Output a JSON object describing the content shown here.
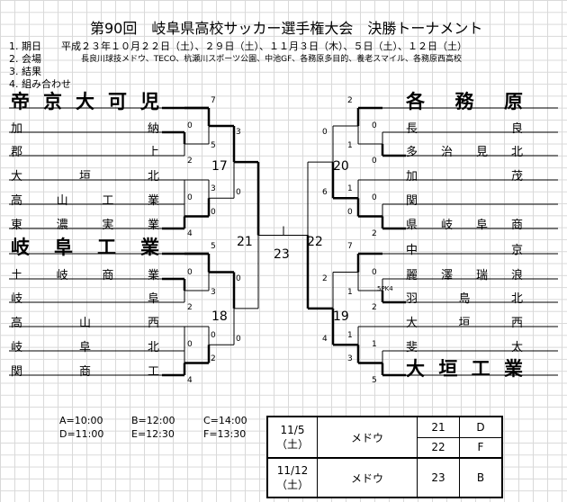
{
  "title": "第90回　岐阜県高校サッカー選手権大会　決勝トーナメント",
  "info": {
    "dates": "1. 期日　　平成２３年１０月２２日（土）、２９日（土）、１１月３日（木）、５日（土）、１２日（土）",
    "venue_label": "2. 会場",
    "venue_detail": "長良川球技メドウ、TECO、杭瀬川スポーツ公園、中池GF、各務原多目的、養老スマイル、各務原西高校",
    "result": "3. 結果",
    "draw": "4. 組み合わせ"
  },
  "left_teams": [
    "帝京大可児",
    "加納",
    "郡上",
    "大垣北",
    "高山工業",
    "東濃実業",
    "岐阜工業",
    "土岐商業",
    "岐阜",
    "高山西",
    "岐阜北",
    "関商工"
  ],
  "right_teams": [
    "各務原",
    "長良",
    "多治見北",
    "加茂",
    "関",
    "県岐阜商",
    "中京",
    "麗澤瑞浪",
    "羽島北",
    "大垣西",
    "斐太",
    "大垣工業"
  ],
  "left_scores": {
    "r1": [
      "7",
      "0",
      "2",
      "3",
      "0",
      "4",
      "5",
      "0",
      "2",
      "0",
      "0",
      "4"
    ],
    "r2": [
      "5",
      "0",
      "3",
      "2"
    ],
    "games_top": [
      "3",
      "0"
    ],
    "games_bot": [
      "0",
      "0"
    ]
  },
  "right_scores": {
    "r1": [
      "2",
      "0",
      "0",
      "1",
      "0",
      "2",
      "7",
      "0",
      "2",
      "1",
      "1",
      "5"
    ],
    "r2": [
      "1",
      "0",
      "1",
      "3"
    ],
    "games_top": [
      "0",
      "6"
    ],
    "games_bot": [
      "2",
      "4"
    ]
  },
  "match_numbers": {
    "m17": "17",
    "m18": "18",
    "m19": "19",
    "m20": "20",
    "m21": "21",
    "m22": "22",
    "m23": "23"
  },
  "pk_note": "5PK4",
  "times": {
    "A": "A=10:00",
    "B": "B=12:00",
    "C": "C=14:00",
    "D": "D=11:00",
    "E": "E=12:30",
    "F": "F=13:30"
  },
  "schedule": [
    {
      "date": "11/5",
      "day": "（土）",
      "venue": "メドウ",
      "games": [
        {
          "no": "21",
          "slot": "D"
        },
        {
          "no": "22",
          "slot": "F"
        }
      ]
    },
    {
      "date": "11/12",
      "day": "（土）",
      "venue": "メドウ",
      "games": [
        {
          "no": "23",
          "slot": "B"
        }
      ]
    }
  ]
}
